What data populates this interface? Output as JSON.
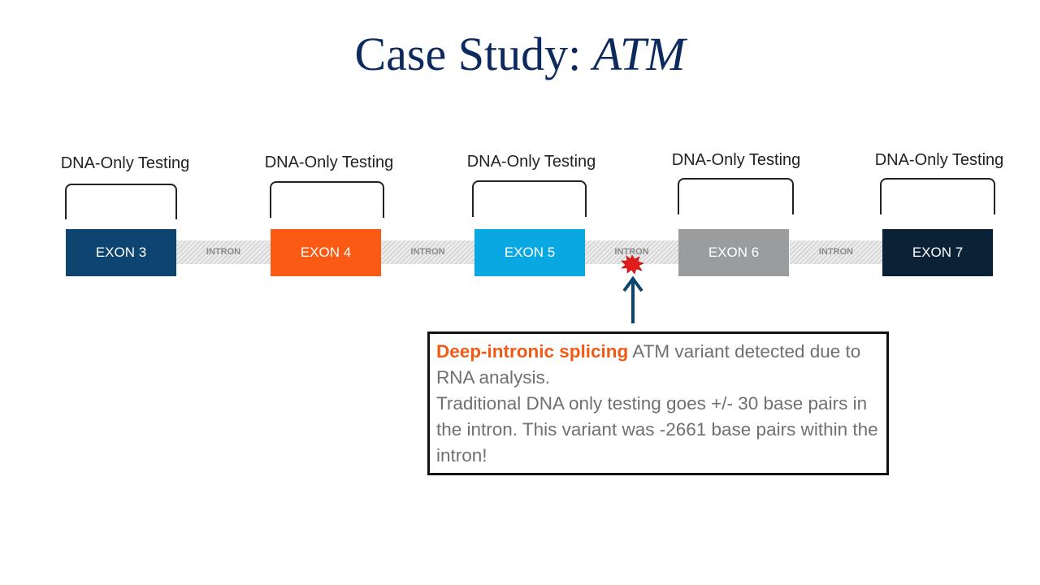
{
  "title": {
    "text": "Case Study: ",
    "italic": "ATM"
  },
  "testing_label": "DNA-Only Testing",
  "exons": [
    {
      "label": "EXON 3",
      "color": "#0d4470"
    },
    {
      "label": "EXON 4",
      "color": "#fb5a14"
    },
    {
      "label": "EXON 5",
      "color": "#0aa8e2"
    },
    {
      "label": "EXON 6",
      "color": "#9b9c9e"
    },
    {
      "label": "EXON 7",
      "color": "#0b2236"
    }
  ],
  "intron_label": "INTRON",
  "arrow_color": "#0d4470",
  "marker_color": "#e21b1b",
  "callout": {
    "highlight": "Deep-intronic splicing",
    "line1_rest": " ATM variant detected due to RNA analysis.",
    "line2": "Traditional DNA only testing goes +/- 30 base pairs in the intron. This variant was -2661 base pairs within the intron!"
  }
}
